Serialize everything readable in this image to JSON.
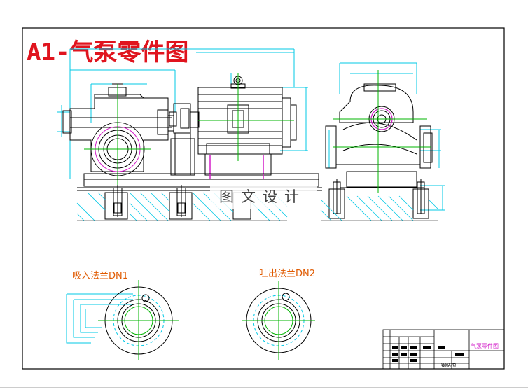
{
  "sheet": {
    "title": "A1-气泵零件图",
    "watermark": "图文设计"
  },
  "flange_views": {
    "left_label": "吸入法兰DN1",
    "right_label": "吐出法兰DN2"
  },
  "title_block": {
    "drawing_name": "气泵零件图",
    "label_bottom": "钢结构"
  },
  "colors": {
    "title_red": "#e0141e",
    "cad_cyan": "#00c8e6",
    "cad_green": "#00b400",
    "cad_magenta": "#d21ec8",
    "cad_black": "#000000",
    "flange_label": "#e05a00"
  }
}
